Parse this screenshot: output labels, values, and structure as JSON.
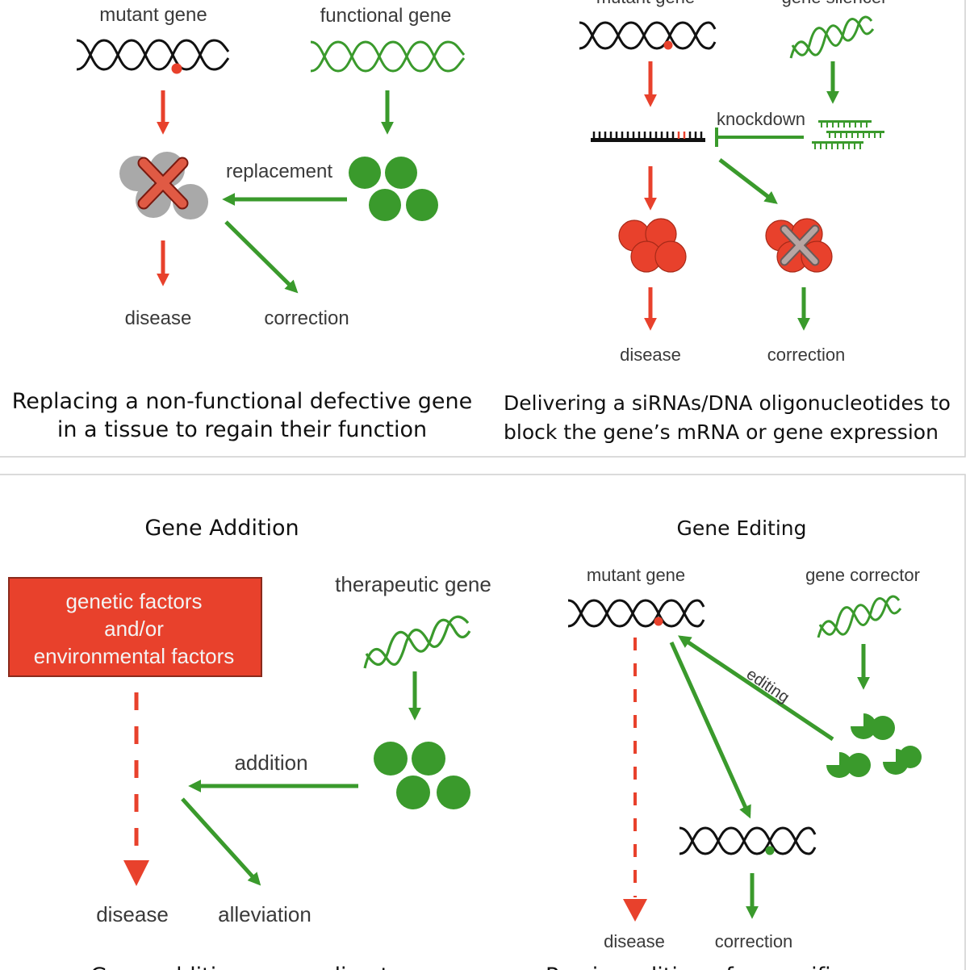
{
  "panels": {
    "replacement": {
      "mutant_label": "mutant gene",
      "functional_label": "functional gene",
      "arrow_label": "replacement",
      "outcome_left": "disease",
      "outcome_right": "correction",
      "caption_line1": "Replacing a non-functional defective gene",
      "caption_line2": "in a tissue to regain their function"
    },
    "silencing": {
      "mutant_label_partial": "mutant gene",
      "silencer_label_partial": "gene silencer",
      "arrow_label": "knockdown",
      "outcome_left": "disease",
      "outcome_right": "correction",
      "caption_line1": "Delivering a siRNAs/DNA oligonucleotides to",
      "caption_line2": "block the gene’s mRNA or gene expression"
    },
    "addition": {
      "title": "Gene Addition",
      "box_line1": "genetic factors",
      "box_line2": "and/or",
      "box_line3": "environmental factors",
      "therapeutic_label": "therapeutic gene",
      "arrow_label": "addition",
      "outcome_left": "disease",
      "outcome_right": "alleviation",
      "caption_partial": "Gene addition — one direct"
    },
    "editing": {
      "title": "Gene Editing",
      "mutant_label": "mutant gene",
      "corrector_label": "gene corrector",
      "arrow_label": "editing",
      "outcome_left": "disease",
      "outcome_right": "correction",
      "caption_partial": "Precise editing of a specific gene"
    }
  },
  "colors": {
    "red": "#e8412c",
    "green": "#3a9a2c",
    "gray": "#a9a9a9",
    "dna_black": "#111111"
  }
}
